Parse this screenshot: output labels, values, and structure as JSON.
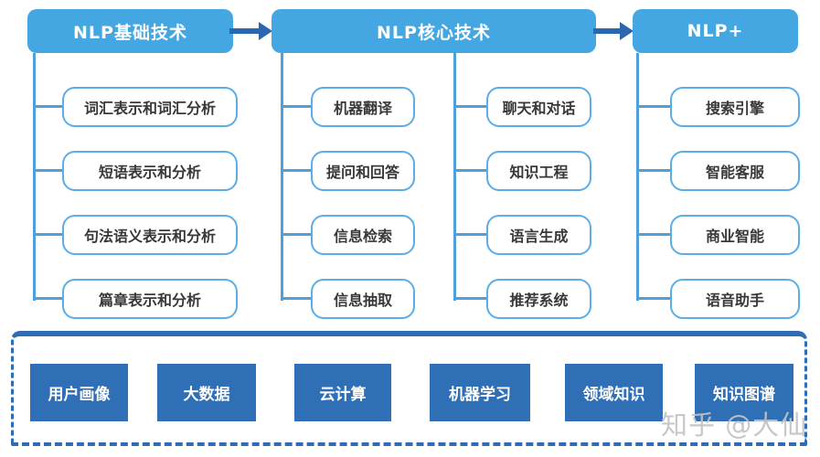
{
  "diagram": {
    "headers": [
      {
        "label": "NLP基础技术"
      },
      {
        "label": "NLP核心技术"
      },
      {
        "label": "NLP+"
      }
    ],
    "columns": [
      {
        "parent": "NLP基础技术",
        "items": [
          "词汇表示和词汇分析",
          "短语表示和分析",
          "句法语义表示和分析",
          "篇章表示和分析"
        ]
      },
      {
        "parent": "NLP核心技术",
        "items": [
          "机器翻译",
          "提问和回答",
          "信息检索",
          "信息抽取"
        ]
      },
      {
        "parent": "NLP核心技术",
        "items": [
          "聊天和对话",
          "知识工程",
          "语言生成",
          "推荐系统"
        ]
      },
      {
        "parent": "NLP+",
        "items": [
          "搜索引擎",
          "智能客服",
          "商业智能",
          "语音助手"
        ]
      }
    ],
    "foundation": {
      "items": [
        "用户画像",
        "大数据",
        "云计算",
        "机器学习",
        "领域知识",
        "知识图谱"
      ]
    },
    "watermark": "知乎 @大仙",
    "colors": {
      "header_blue": "#45a7e2",
      "leaf_border_blue": "#5bade4",
      "connector_blue": "#4fa0d8",
      "dark_blue": "#2e6db6",
      "foundation_box_blue": "#2f6fb6",
      "leaf_text": "#383838",
      "watermark_gray": "#c3c3c3"
    }
  }
}
